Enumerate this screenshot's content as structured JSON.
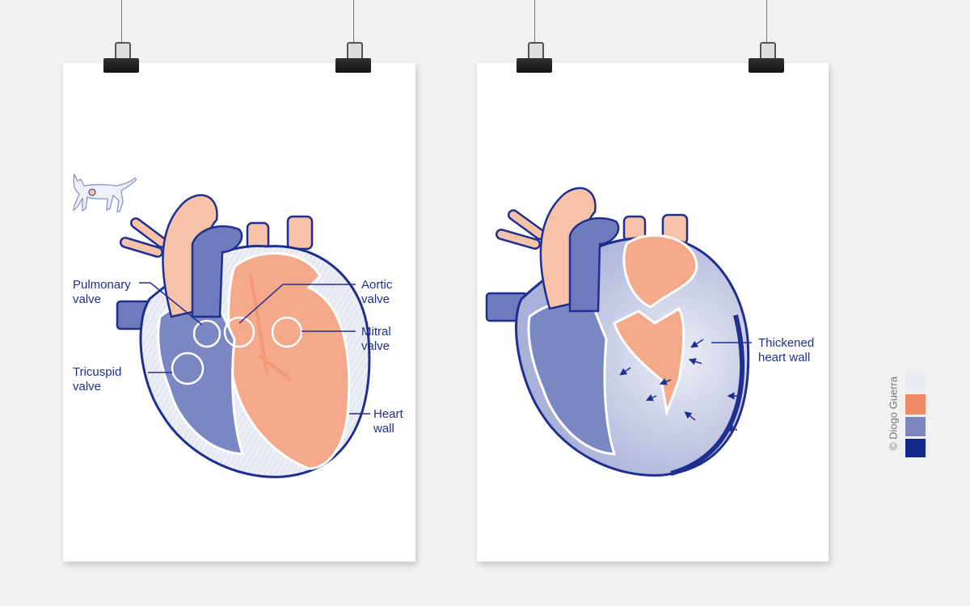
{
  "posters": [
    {
      "labels": {
        "pulmonary": "Pulmonary\nvalve",
        "tricuspid": "Tricuspid\nvalve",
        "aortic": "Aortic\nvalve",
        "mitral": "Mitral\nvalve",
        "heart_wall": "Heart\nwall"
      },
      "icons": [
        "cat-icon",
        "heart-illustration-normal"
      ]
    },
    {
      "labels": {
        "thickened": "Thickened\nheart wall"
      },
      "icons": [
        "heart-illustration-thickened"
      ]
    }
  ],
  "credit": "© Diogo Guerra",
  "palette": [
    "#e9ebf5",
    "#f08a66",
    "#7c86be",
    "#14278a"
  ],
  "colors": {
    "navy": "#1f2f8f",
    "orange": "#f4a98a",
    "peach": "#f6c3a8",
    "blue": "#7b87c2",
    "light": "#eceef6"
  }
}
